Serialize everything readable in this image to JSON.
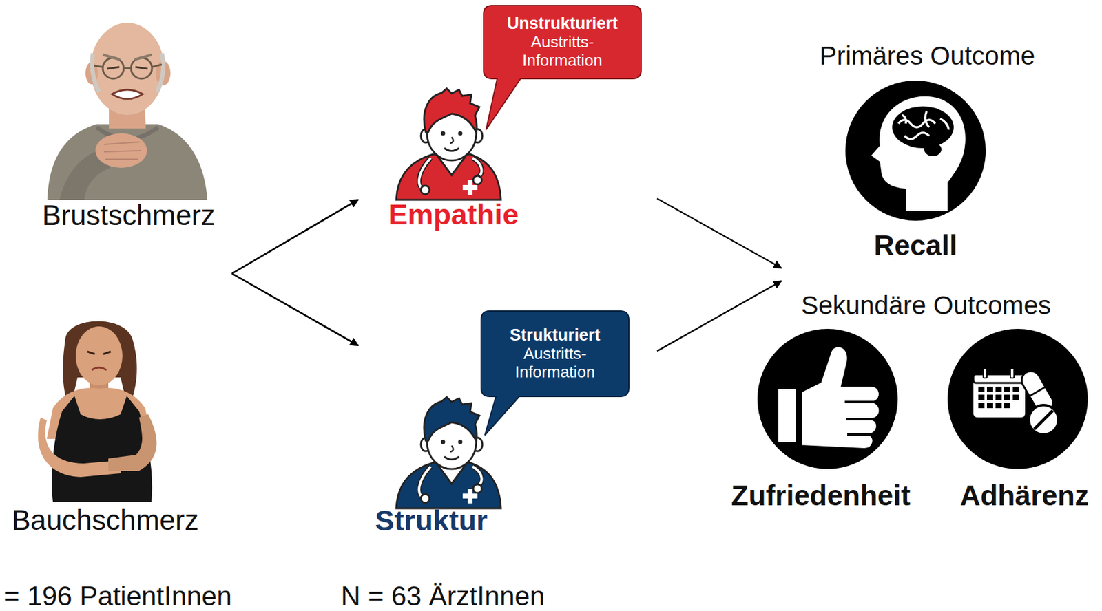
{
  "diagram": {
    "nodes": [
      {
        "text": [
          "Brustschmerz"
        ]
      },
      {
        "text": [
          "Bauchschmerz"
        ]
      },
      {
        "text": [
          "Empathie"
        ]
      },
      {
        "text": [
          "Unstrukturiert",
          "Austritts- Information"
        ],
        "in": 2
      },
      {
        "text": [
          "Struktur"
        ]
      },
      {
        "text": [
          "Strukturiert",
          "Austritts- Information"
        ],
        "in": 4
      },
      {
        "text": [
          "Recall"
        ]
      },
      {
        "text": [
          "Zufriedenheit"
        ]
      },
      {
        "text": [
          "Adhärenz"
        ]
      }
    ],
    "edges": [
      {
        "from": 0,
        "to": 2,
        "arrow": "to"
      },
      {
        "from": 0,
        "to": 4,
        "arrow": "to"
      },
      {
        "from": 1,
        "to": 2,
        "arrow": "to"
      },
      {
        "from": 1,
        "to": 4,
        "arrow": "to"
      },
      {
        "from": 2,
        "to": 6,
        "arrow": "to"
      },
      {
        "from": 4,
        "to": 6,
        "arrow": "to"
      }
    ],
    "labels": [
      "Primäres Outcome",
      "Sekundäre Outcomes",
      "= 196 PatientInnen",
      "N = 63 ÄrztInnen"
    ]
  }
}
